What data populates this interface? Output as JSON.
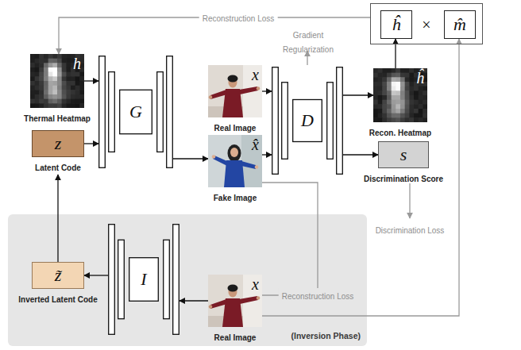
{
  "diagram": {
    "nodes": [
      {
        "text": [
          "h",
          "Thermal Heatmap"
        ]
      },
      {
        "text": [
          "z",
          "Latent Code"
        ]
      },
      {
        "text": [
          "G"
        ]
      },
      {
        "text": [
          "x",
          "Real Image"
        ]
      },
      {
        "text": [
          "x̂",
          "Fake Image"
        ]
      },
      {
        "text": [
          "D"
        ]
      },
      {
        "text": [
          "×"
        ]
      },
      {
        "text": [
          "ĥ"
        ],
        "in": 6
      },
      {
        "text": [
          "m̂"
        ],
        "in": 6
      },
      {
        "text": [
          "ĥ",
          "Recon. Heatmap"
        ]
      },
      {
        "text": [
          "s",
          "Discrimination Score"
        ]
      },
      {
        "text": [
          "(Inversion Phase)"
        ]
      },
      {
        "text": [
          "z̃",
          "Inverted Latent Code"
        ],
        "in": 11
      },
      {
        "text": [
          "I"
        ],
        "in": 11
      },
      {
        "text": [
          "x",
          "Real Image"
        ],
        "in": 11
      }
    ],
    "edges": [
      {
        "from": 0,
        "to": 2,
        "arrow": "to"
      },
      {
        "from": 1,
        "to": 2,
        "arrow": "to"
      },
      {
        "from": 2,
        "to": 4,
        "arrow": "to"
      },
      {
        "from": 3,
        "to": 5,
        "arrow": "to"
      },
      {
        "from": 4,
        "to": 5,
        "arrow": "to"
      },
      {
        "from": 5,
        "to": 9,
        "arrow": "to"
      },
      {
        "from": 5,
        "to": 10,
        "arrow": "to"
      },
      {
        "from": 9,
        "to": 7,
        "arrow": "to"
      },
      {
        "from": 6,
        "to": 0,
        "arrow": "to",
        "label": "Reconstruction Loss"
      },
      {
        "from": 14,
        "to": 8,
        "arrow": "to"
      },
      {
        "from": 4,
        "to": 14,
        "arrow": "none",
        "label": "Reconstruction Loss"
      },
      {
        "from": 14,
        "to": 13,
        "arrow": "to"
      },
      {
        "from": 13,
        "to": 12,
        "arrow": "to"
      },
      {
        "from": 12,
        "to": 1,
        "arrow": "to"
      }
    ],
    "labels": [
      "Gradient Regularization",
      "Discrimination Loss"
    ]
  }
}
